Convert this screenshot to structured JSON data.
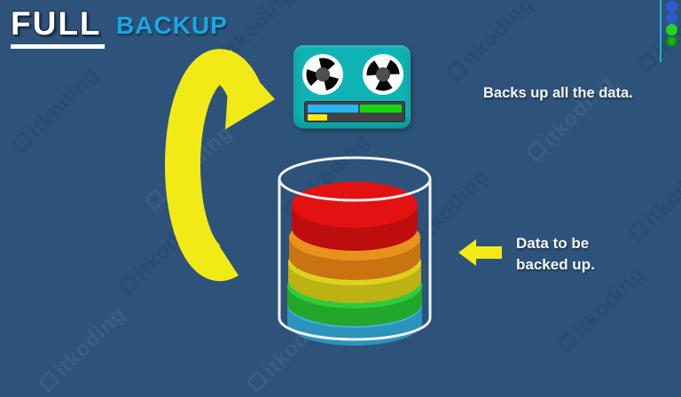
{
  "title": {
    "main": "FULL",
    "accent": "BACKUP"
  },
  "captions": {
    "backup": "Backs up all the data.",
    "data_line1": "Data to be",
    "data_line2": "backed up."
  },
  "watermark": {
    "text": "itkoding"
  },
  "icons": [
    "tape-drive-icon",
    "reel-icon",
    "database-cylinder-icon",
    "cycle-arrow-icon",
    "left-arrow-icon"
  ],
  "colors": {
    "bg": "#2e537a",
    "accent": "#17a7e6",
    "deco_line": "#2fa9cf",
    "dot_blue": "#2a5cd0",
    "dot_green": "#23d31f",
    "dot_green_dark": "#1cae1a",
    "tape_body": "#0fb3b5",
    "reel_face": "#fbfbfb",
    "reel_wedge": "#070707",
    "reel_hub": "#4e4e4e",
    "bar_track": "#3f4347",
    "bar_blue": "#27b6f5",
    "bar_green": "#19d60f",
    "bar_yellow": "#ffe915",
    "arrow": "#f2ea16",
    "cylinder_outline": "#f2f2f2",
    "disk_red_top": "#e31111",
    "disk_red_side": "#bd0d0d",
    "disk_orange_top": "#e8921d",
    "disk_orange_side": "#c97311",
    "disk_yellow_top": "#ddd21d",
    "disk_yellow_side": "#bdb214",
    "disk_green_top": "#2fcc3a",
    "disk_green_side": "#22a72c",
    "disk_blue_top": "#3db3da",
    "disk_blue_side": "#2b93bd",
    "watermark": "#1c3c60"
  }
}
